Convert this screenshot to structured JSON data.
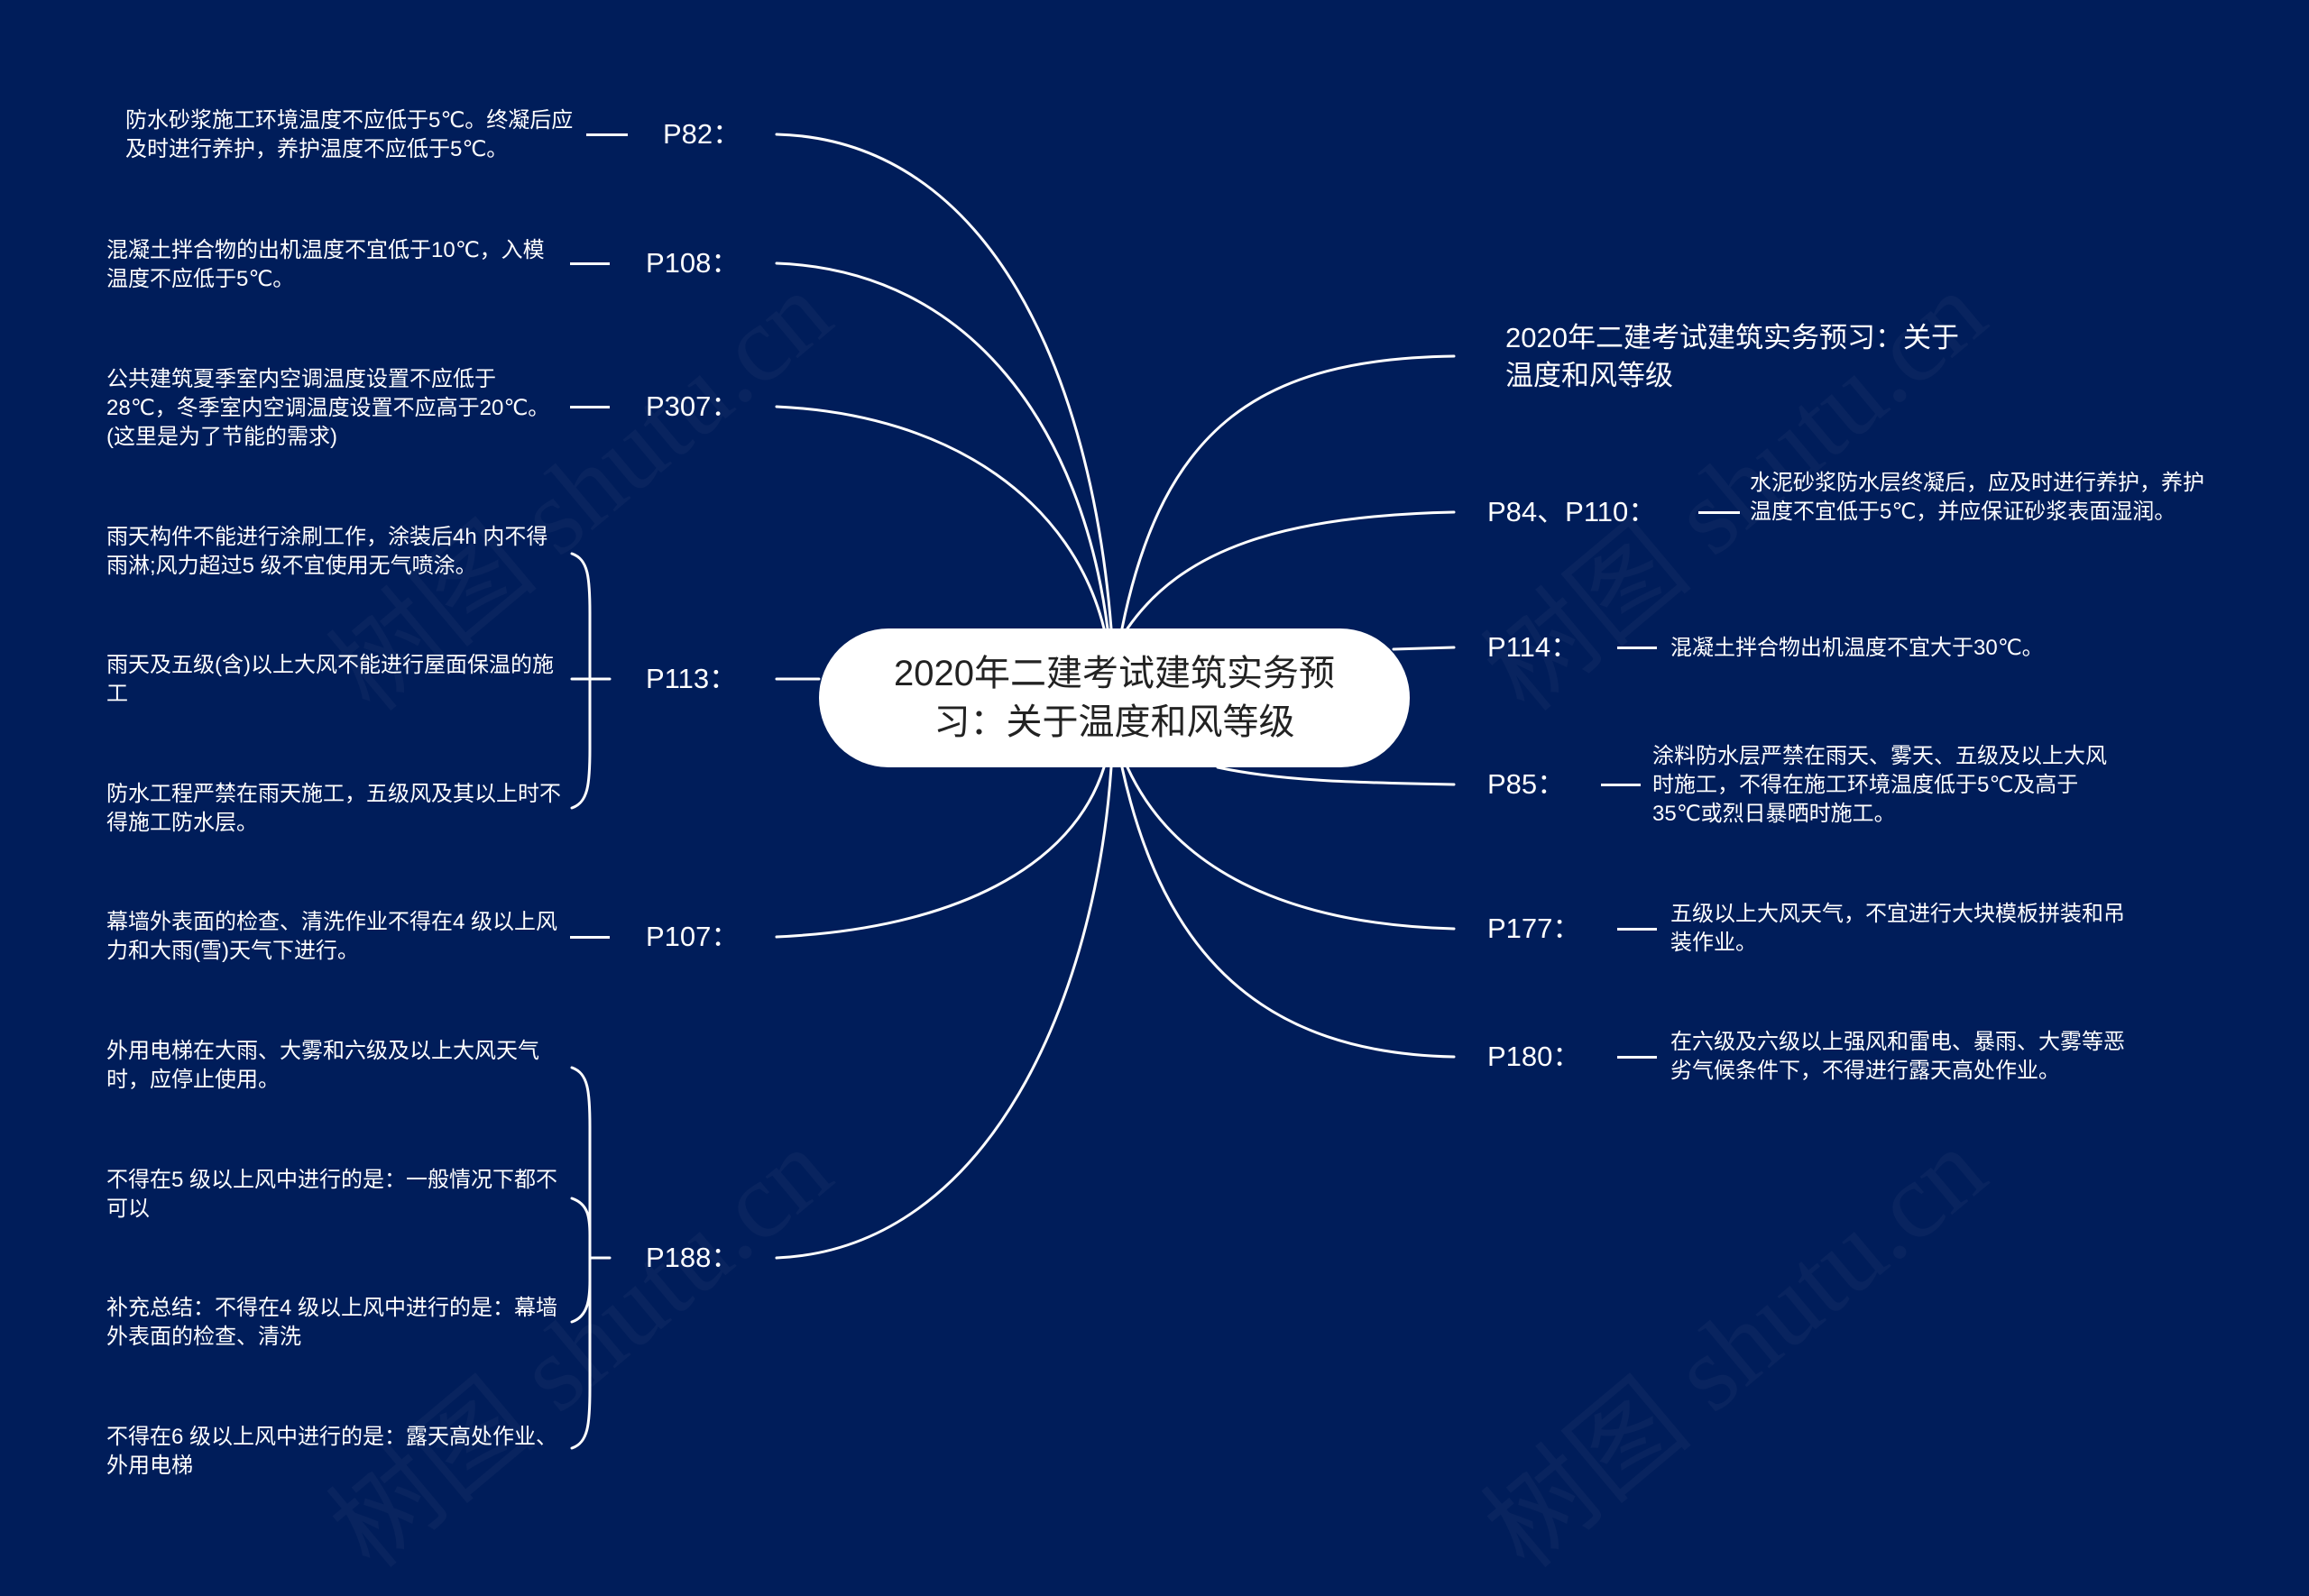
{
  "colors": {
    "background": "#001d5a",
    "line": "#ffffff",
    "center_fill": "#ffffff",
    "center_text": "#222222"
  },
  "watermark": "树图 shutu.cn",
  "center": {
    "title": "2020年二建考试建筑实务预习：关于温度和风等级"
  },
  "right_title": "2020年二建考试建筑实务预习：关于温度和风等级",
  "left": [
    {
      "label": "P82：",
      "notes": [
        "防水砂浆施工环境温度不应低于5℃。终凝后应及时进行养护，养护温度不应低于5℃。"
      ]
    },
    {
      "label": "P108：",
      "notes": [
        "混凝土拌合物的出机温度不宜低于10℃，入模温度不应低于5℃。"
      ]
    },
    {
      "label": "P307：",
      "notes": [
        "公共建筑夏季室内空调温度设置不应低于28℃，冬季室内空调温度设置不应高于20℃。(这里是为了节能的需求)"
      ]
    },
    {
      "label": "P113：",
      "notes": [
        "雨天构件不能进行涂刷工作，涂装后4h 内不得雨淋;风力超过5 级不宜使用无气喷涂。",
        "雨天及五级(含)以上大风不能进行屋面保温的施工",
        "防水工程严禁在雨天施工，五级风及其以上时不得施工防水层。"
      ]
    },
    {
      "label": "P107：",
      "notes": [
        "幕墙外表面的检查、清洗作业不得在4 级以上风力和大雨(雪)天气下进行。"
      ]
    },
    {
      "label": "P188：",
      "notes": [
        "外用电梯在大雨、大雾和六级及以上大风天气时，应停止使用。",
        "不得在5 级以上风中进行的是：一般情况下都不可以",
        "补充总结：不得在4 级以上风中进行的是：幕墙外表面的检查、清洗",
        "不得在6 级以上风中进行的是：露天高处作业、外用电梯"
      ]
    }
  ],
  "right": [
    {
      "label": "P84、P110：",
      "note": "水泥砂浆防水层终凝后，应及时进行养护，养护温度不宜低于5℃，并应保证砂浆表面湿润。"
    },
    {
      "label": "P114：",
      "note": "混凝土拌合物出机温度不宜大于30℃。"
    },
    {
      "label": "P85：",
      "note": "涂料防水层严禁在雨天、雾天、五级及以上大风时施工，不得在施工环境温度低于5℃及高于35℃或烈日暴晒时施工。"
    },
    {
      "label": "P177：",
      "note": "五级以上大风天气，不宜进行大块模板拼装和吊装作业。"
    },
    {
      "label": "P180：",
      "note": "在六级及六级以上强风和雷电、暴雨、大雾等恶劣气候条件下，不得进行露天高处作业。"
    }
  ]
}
